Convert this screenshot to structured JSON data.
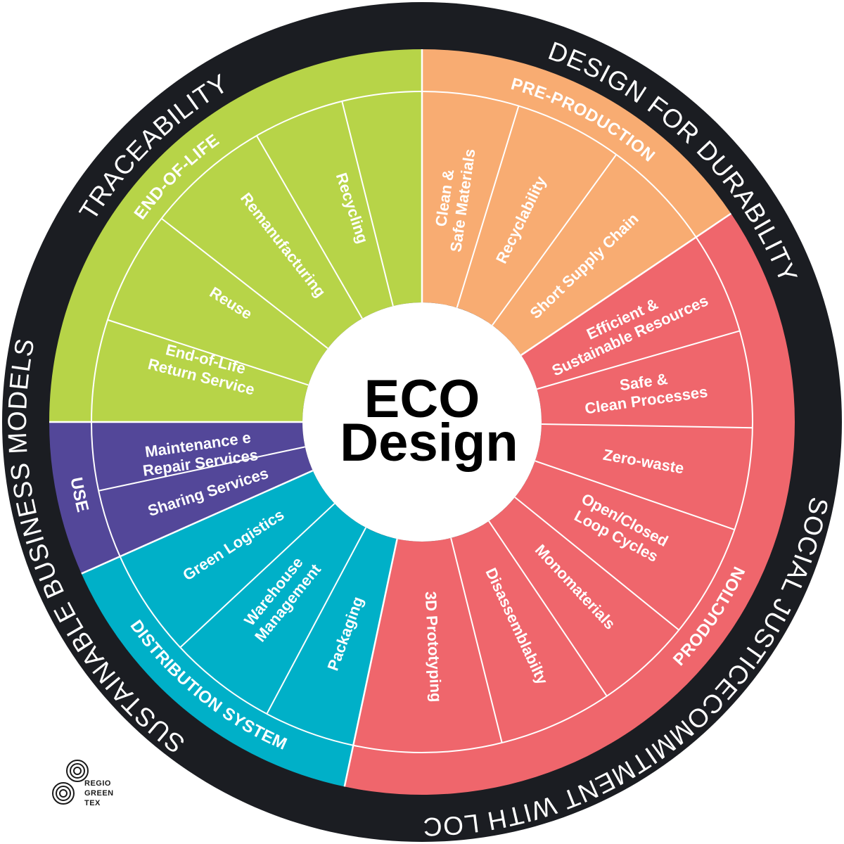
{
  "center": {
    "line1": "ECO",
    "line2": "Design"
  },
  "colors": {
    "outer_ring": "#1b1d22",
    "end_of_life": "#b7d448",
    "pre_production": "#f8ac72",
    "production": "#ef666c",
    "distribution": "#00b0c8",
    "use": "#534799",
    "divider": "#ffffff",
    "center": "#ffffff"
  },
  "outer_ring_labels": [
    {
      "id": "traceability",
      "text": "TRACEABILITY"
    },
    {
      "id": "design-for-durability",
      "text": "DESIGN FOR DURABILITY"
    },
    {
      "id": "social-justice",
      "text": "SOCIAL JUSTICE"
    },
    {
      "id": "commitment",
      "text": "COMMITMENT WITH LOCAL COMMUNITIES"
    },
    {
      "id": "sustainable-business",
      "text": "SUSTAINABLE BUSINESS MODELS"
    }
  ],
  "phases": [
    {
      "id": "end-of-life",
      "label": "END-OF-LIFE",
      "color": "#b7d448",
      "items": [
        {
          "lines": [
            "End-of-Life",
            "Return Service"
          ]
        },
        {
          "lines": [
            "Reuse"
          ]
        },
        {
          "lines": [
            "Remanufacturing"
          ]
        },
        {
          "lines": [
            "Recycling"
          ]
        }
      ]
    },
    {
      "id": "pre-production",
      "label": "PRE-PRODUCTION",
      "color": "#f8ac72",
      "items": [
        {
          "lines": [
            "Clean &",
            "Safe Materials"
          ]
        },
        {
          "lines": [
            "Recyclability"
          ]
        },
        {
          "lines": [
            "Short Supply Chain"
          ]
        }
      ]
    },
    {
      "id": "production",
      "label": "PRODUCTION",
      "color": "#ef666c",
      "items": [
        {
          "lines": [
            "Efficient &",
            "Sustainable Resources"
          ]
        },
        {
          "lines": [
            "Safe &",
            "Clean Processes"
          ]
        },
        {
          "lines": [
            "Zero-waste"
          ]
        },
        {
          "lines": [
            "Open/Closed",
            "Loop Cycles"
          ]
        },
        {
          "lines": [
            "Monomaterials"
          ]
        },
        {
          "lines": [
            "Disassemblabilty"
          ]
        },
        {
          "lines": [
            "3D Prototyping"
          ]
        }
      ]
    },
    {
      "id": "distribution-system",
      "label": "DISTRIBUTION SYSTEM",
      "color": "#00b0c8",
      "items": [
        {
          "lines": [
            "Green Logistics"
          ]
        },
        {
          "lines": [
            "Warehouse",
            "Management"
          ]
        },
        {
          "lines": [
            "Packaging"
          ]
        }
      ]
    },
    {
      "id": "use",
      "label": "USE",
      "color": "#534799",
      "items": [
        {
          "lines": [
            "Maintenance e",
            "Repair Services"
          ]
        },
        {
          "lines": [
            "Sharing Services"
          ]
        }
      ]
    }
  ],
  "logo": {
    "line1": "REGIO",
    "line2": "GREEN",
    "line3": "TEX"
  }
}
